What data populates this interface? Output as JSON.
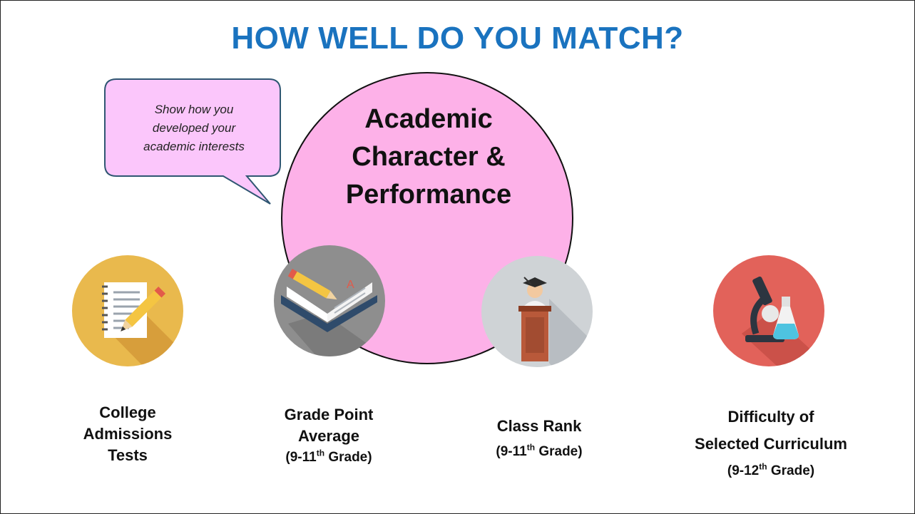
{
  "slide": {
    "title": "HOW WELL DO YOU MATCH?",
    "center": {
      "lines": [
        "Academic",
        "Character &",
        "Performance"
      ]
    },
    "callout": {
      "lines": [
        "Show how you",
        "developed your",
        "academic interests"
      ]
    },
    "items": [
      {
        "icon": "pencil-notepad-icon",
        "lines": [
          "College",
          "Admissions",
          "Tests"
        ]
      },
      {
        "icon": "open-book-pencil-icon",
        "lines": [
          "Grade Point",
          "Average"
        ],
        "grade": {
          "pre": "(9-11",
          "sup": "th",
          "post": " Grade)"
        }
      },
      {
        "icon": "graduate-podium-icon",
        "lines": [
          "Class Rank"
        ],
        "grade": {
          "pre": "(9-11",
          "sup": "th",
          "post": " Grade)"
        }
      },
      {
        "icon": "microscope-flask-icon",
        "lines": [
          "Difficulty of",
          "Selected Curriculum"
        ],
        "grade": {
          "pre": "(9-12",
          "sup": "th",
          "post": " Grade)"
        }
      }
    ],
    "colors": {
      "title": "#1a73bf",
      "circle": "#fdb1e8",
      "callout_fill": "#fbc6fb",
      "callout_border": "#2f5672",
      "icon_tests_bg": "#e9b94d",
      "icon_gpa_bg": "#8e8e8e",
      "icon_rank_bg": "#cfd3d6",
      "icon_curriculum_bg": "#e2625a"
    }
  }
}
